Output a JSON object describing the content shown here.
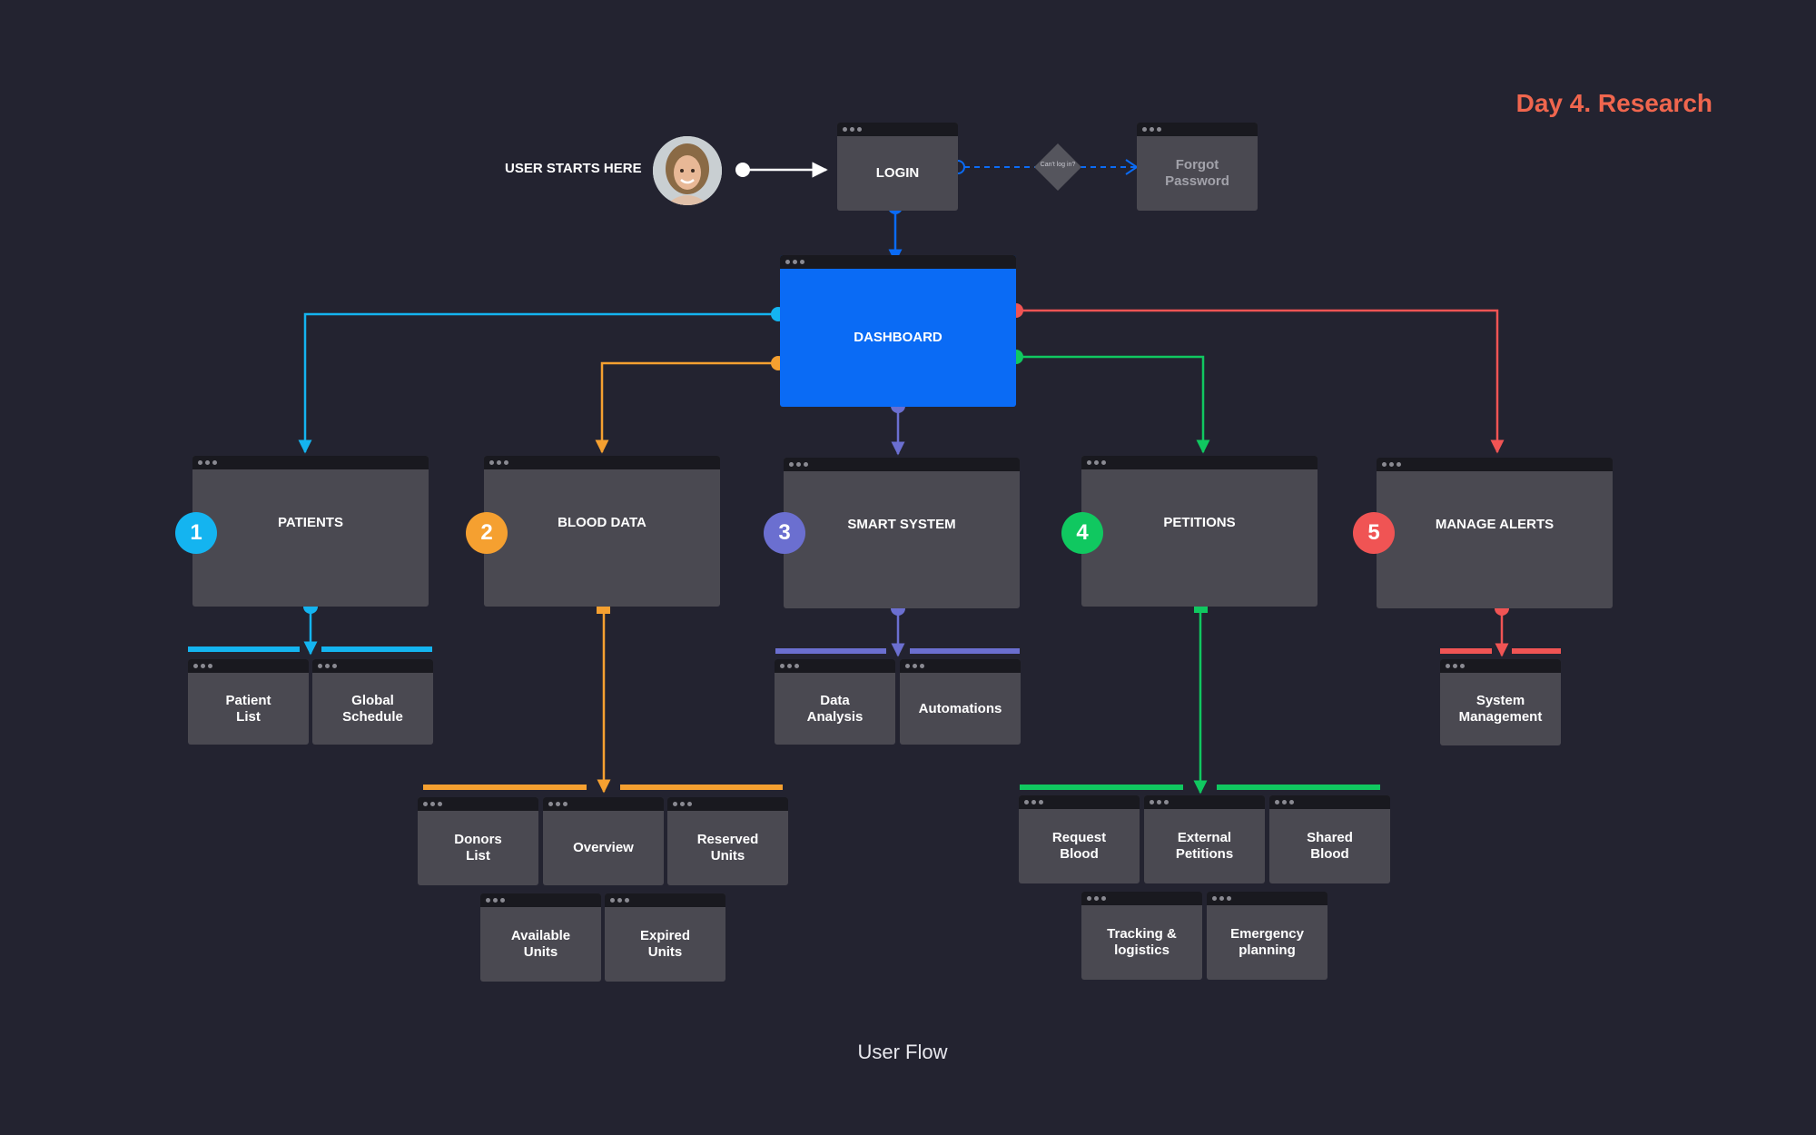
{
  "header": {
    "title": "Day 4. Research"
  },
  "caption": "User Flow",
  "start": {
    "label": "USER STARTS HERE",
    "avatar_icon": "user-avatar"
  },
  "login": {
    "label": "LOGIN"
  },
  "decision": {
    "label": "Can't log in?"
  },
  "forgot": {
    "label": "Forgot\nPassword"
  },
  "dashboard": {
    "label": "DASHBOARD"
  },
  "colors": {
    "background": "#232330",
    "window": "#4a4951",
    "dashboard": "#0a6bf5",
    "blue": "#0a6bf5",
    "cyan": "#14b4f0",
    "orange": "#f5a030",
    "purple": "#6b6fd0",
    "green": "#10c860",
    "red": "#f05454",
    "title": "#f0664e"
  },
  "sections": [
    {
      "number": "1",
      "label": "PATIENTS",
      "color": "#14b4f0",
      "children": [
        "Patient\nList",
        "Global\nSchedule"
      ]
    },
    {
      "number": "2",
      "label": "BLOOD DATA",
      "color": "#f5a030",
      "children": [
        "Donors\nList",
        "Overview",
        "Reserved\nUnits",
        "Available\nUnits",
        "Expired\nUnits"
      ]
    },
    {
      "number": "3",
      "label": "SMART SYSTEM",
      "color": "#6b6fd0",
      "children": [
        "Data\nAnalysis",
        "Automations"
      ]
    },
    {
      "number": "4",
      "label": "PETITIONS",
      "color": "#10c860",
      "children": [
        "Request\nBlood",
        "External\nPetitions",
        "Shared\nBlood",
        "Tracking &\nlogistics",
        "Emergency\nplanning"
      ]
    },
    {
      "number": "5",
      "label": "MANAGE ALERTS",
      "color": "#f05454",
      "children": [
        "System\nManagement"
      ]
    }
  ]
}
